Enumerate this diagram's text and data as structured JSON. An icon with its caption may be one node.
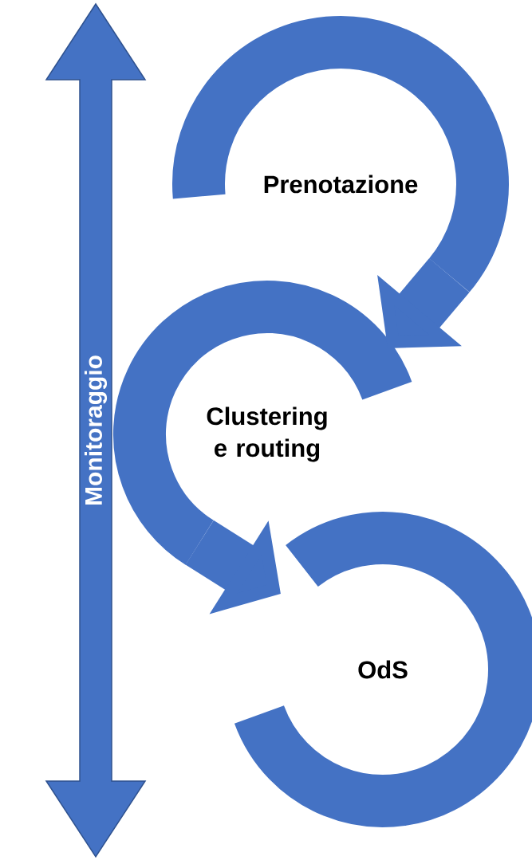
{
  "diagram": {
    "nodes": [
      {
        "text": [
          "Monitoraggio"
        ]
      },
      {
        "text": [
          "Prenotazione"
        ]
      },
      {
        "text": [
          "Clustering e routing"
        ]
      },
      {
        "text": [
          "OdS"
        ]
      }
    ],
    "edges": [
      {
        "from": 1,
        "to": 2,
        "arrow": "to"
      },
      {
        "from": 2,
        "to": 3,
        "arrow": "to"
      }
    ]
  }
}
